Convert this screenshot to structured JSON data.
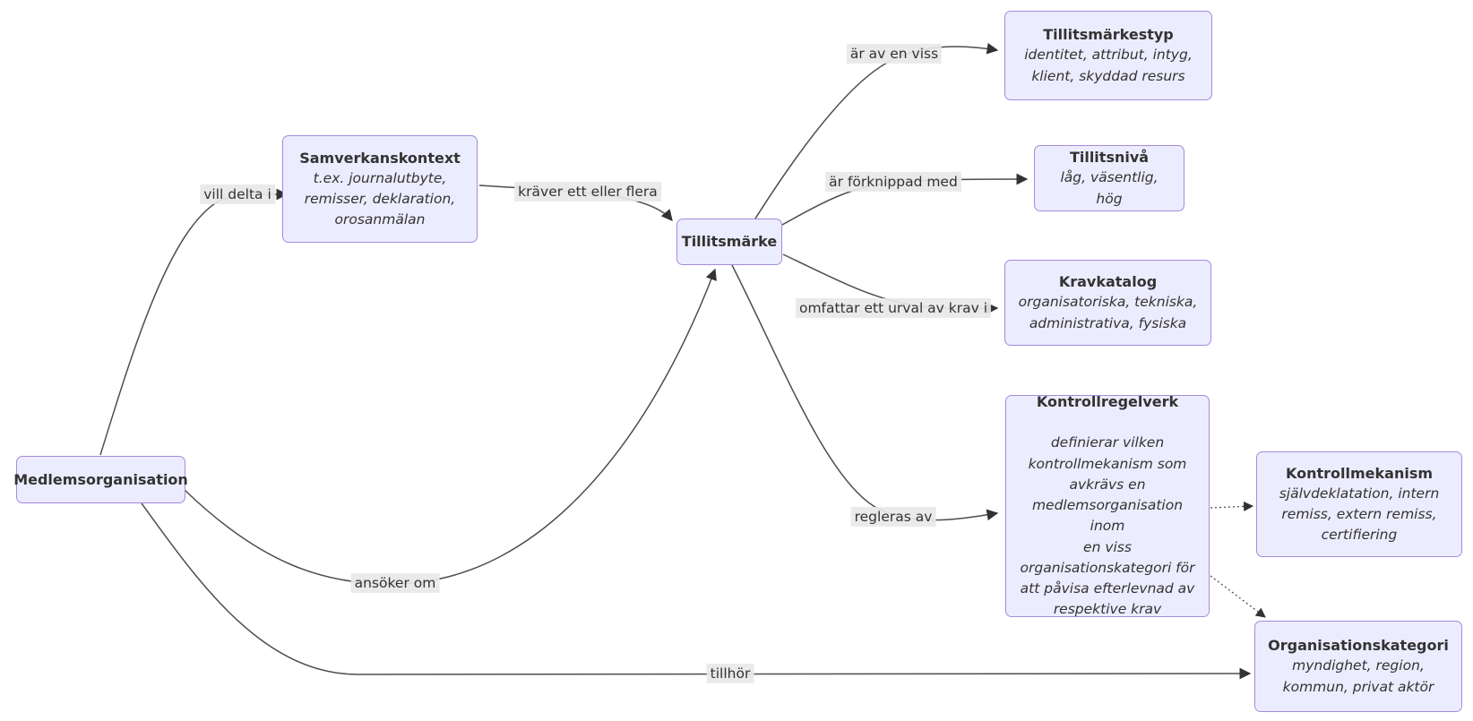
{
  "diagram": {
    "type": "entity-relationship flowchart",
    "language": "sv",
    "colors": {
      "node_fill": "#ECECFF",
      "node_border": "#9370DB",
      "edge": "#4d4d4d",
      "edge_label_bg": "#e8e8e8",
      "text": "#333333",
      "background": "#ffffff"
    },
    "nodes": {
      "medlemsorganisation": {
        "title": "Medlemsorganisation"
      },
      "samverkanskontext": {
        "title": "Samverkanskontext",
        "subtitle": "t.ex. journalutbyte,\nremisser, deklaration,\norosanmälan"
      },
      "tillitsmarke": {
        "title": "Tillitsmärke"
      },
      "tillitsmarkestyp": {
        "title": "Tillitsmärkestyp",
        "subtitle": "identitet, attribut, intyg,\nklient, skyddad resurs"
      },
      "tillitsniva": {
        "title": "Tillitsnivå",
        "subtitle": "låg, väsentlig, hög"
      },
      "kravkatalog": {
        "title": "Kravkatalog",
        "subtitle": "organisatoriska, tekniska,\nadministrativa, fysiska"
      },
      "kontrollregelverk": {
        "title": "Kontrollregelverk",
        "subtitle": "definierar vilken\nkontrollmekanism som\navkrävs en\nmedlemsorganisation inom\nen viss\norganisationskategori för\natt påvisa efterlevnad av\nrespektive krav"
      },
      "kontrollmekanism": {
        "title": "Kontrollmekanism",
        "subtitle": "självdeklatation, intern\nremiss, extern remiss,\ncertifiering"
      },
      "organisationskategori": {
        "title": "Organisationskategori",
        "subtitle": "myndighet, region,\nkommun, privat aktör"
      }
    },
    "edges": {
      "vill_delta_i": {
        "label": "vill delta i",
        "from": "Medlemsorganisation",
        "to": "Samverkanskontext",
        "style": "solid"
      },
      "kraver_ett_eller_flera": {
        "label": "kräver ett eller flera",
        "from": "Samverkanskontext",
        "to": "Tillitsmärke",
        "style": "solid"
      },
      "ar_av_en_viss": {
        "label": "är av en viss",
        "from": "Tillitsmärke",
        "to": "Tillitsmärkestyp",
        "style": "solid"
      },
      "ar_forknippad_med": {
        "label": "är förknippad med",
        "from": "Tillitsmärke",
        "to": "Tillitsnivå",
        "style": "solid"
      },
      "omfattar_ett_urval_av_krav_i": {
        "label": "omfattar ett urval av krav i",
        "from": "Tillitsmärke",
        "to": "Kravkatalog",
        "style": "solid"
      },
      "regleras_av": {
        "label": "regleras av",
        "from": "Tillitsmärke",
        "to": "Kontrollregelverk",
        "style": "solid"
      },
      "ansoker_om": {
        "label": "ansöker om",
        "from": "Medlemsorganisation",
        "to": "Tillitsmärke",
        "style": "solid"
      },
      "tillhor": {
        "label": "tillhör",
        "from": "Medlemsorganisation",
        "to": "Organisationskategori",
        "style": "solid"
      },
      "regelverk_till_mekanism": {
        "label": "",
        "from": "Kontrollregelverk",
        "to": "Kontrollmekanism",
        "style": "dotted"
      },
      "regelverk_till_kategori": {
        "label": "",
        "from": "Kontrollregelverk",
        "to": "Organisationskategori",
        "style": "dotted"
      }
    }
  }
}
